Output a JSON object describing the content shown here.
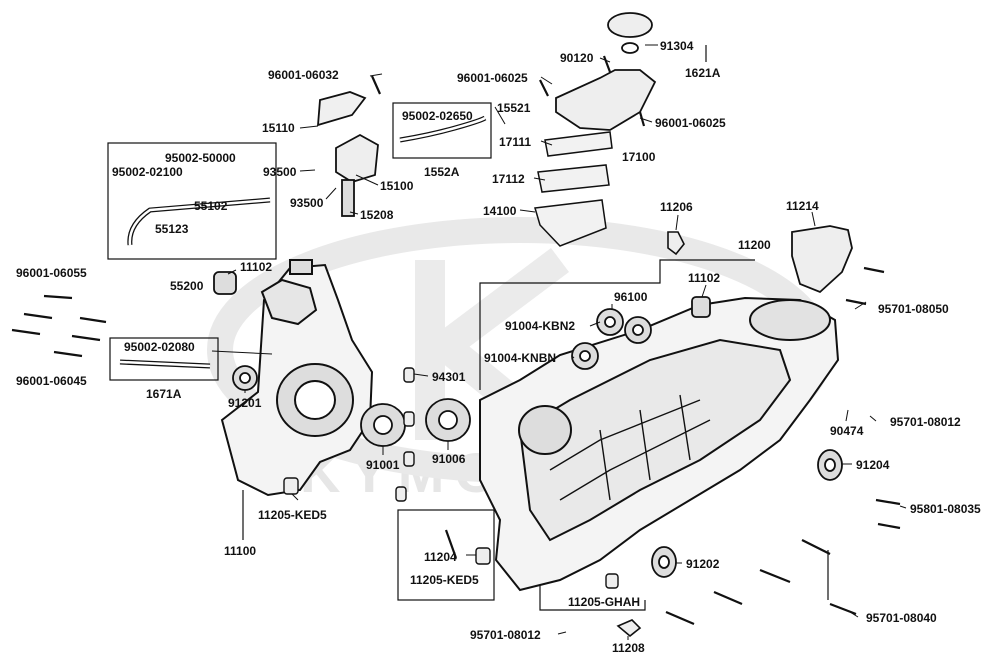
{
  "watermark": "KYMCO",
  "part_labels": {
    "p1621A": "1621A",
    "p91304": "91304",
    "p90120": "90120",
    "p96001_06025a": "96001-06025",
    "p96001_06025b": "96001-06025",
    "p96001_06032": "96001-06032",
    "p15110": "15110",
    "p95002_02650": "95002-02650",
    "p15521": "15521",
    "p1552A": "1552A",
    "p17111": "17111",
    "p17100": "17100",
    "p17112": "17112",
    "p14100": "14100",
    "p95002_50000": "95002-50000",
    "p95002_02100": "95002-02100",
    "p93500a": "93500",
    "p15100": "15100",
    "p93500b": "93500",
    "p15208": "15208",
    "p55102": "55102",
    "p55123": "55123",
    "p55200": "55200",
    "p11206": "11206",
    "p11214": "11214",
    "p11200": "11200",
    "p96001_06055": "96001-06055",
    "p11102a": "11102",
    "p11102b": "11102",
    "p96100": "96100",
    "p95701_08050": "95701-08050",
    "p91004_KBN2": "91004-KBN2",
    "p95002_02080": "95002-02080",
    "p91004_KNBN": "91004-KNBN",
    "p96001_06045": "96001-06045",
    "p1671A": "1671A",
    "p94301": "94301",
    "p91201": "91201",
    "p90474": "90474",
    "p95701_08012a": "95701-08012",
    "p91001": "91001",
    "p91006": "91006",
    "p91204a": "91204",
    "p11205_KED5a": "11205-KED5",
    "p95801_08035": "95801-08035",
    "p11100": "11100",
    "p11204b": "11204",
    "p91202": "91202",
    "p11205_KED5b": "11205-KED5",
    "p11205_GHAH": "11205-GHAH",
    "p95701_08040": "95701-08040",
    "p95701_08012b": "95701-08012",
    "p11208": "11208"
  }
}
